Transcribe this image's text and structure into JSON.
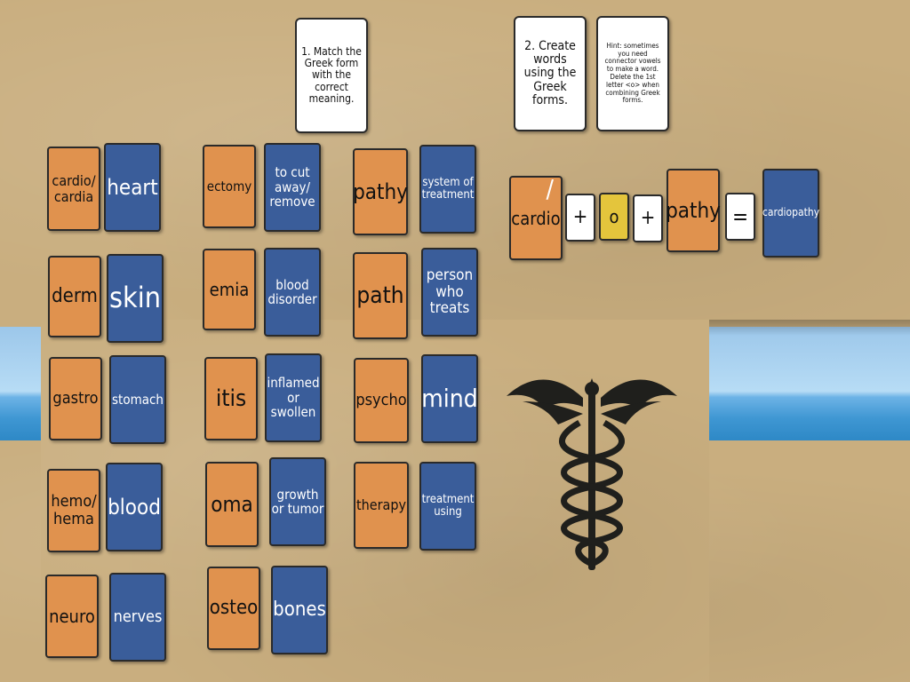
{
  "instructions": {
    "step1": "1. Match the Greek form with the correct meaning.",
    "step2": "2. Create words using the Greek forms.",
    "hint": "Hint: sometimes you need connector vowels to make a word. Delete the 1st letter <o> when combining Greek forms."
  },
  "column1": [
    {
      "form": "cardio/ cardia",
      "meaning": "heart"
    },
    {
      "form": "derm",
      "meaning": "skin"
    },
    {
      "form": "gastro",
      "meaning": "stomach"
    },
    {
      "form": "hemo/ hema",
      "meaning": "blood"
    },
    {
      "form": "neuro",
      "meaning": "nerves"
    }
  ],
  "column2": [
    {
      "form": "ectomy",
      "meaning": "to cut away/ remove"
    },
    {
      "form": "emia",
      "meaning": "blood disorder"
    },
    {
      "form": "itis",
      "meaning": "inflamed or swollen"
    },
    {
      "form": "oma",
      "meaning": "growth or tumor"
    },
    {
      "form": "osteo",
      "meaning": "bones"
    }
  ],
  "column3": [
    {
      "form": "pathy",
      "meaning": "system of treatment"
    },
    {
      "form": "path",
      "meaning": "person who treats"
    },
    {
      "form": "psycho",
      "meaning": "mind"
    },
    {
      "form": "therapy",
      "meaning": "treatment using"
    }
  ],
  "builder": {
    "part1": "cardio",
    "slash": "/",
    "plus1": "+",
    "connector": "o",
    "plus2": "+",
    "part2": "pathy",
    "equals": "=",
    "result": "cardiopathy"
  }
}
